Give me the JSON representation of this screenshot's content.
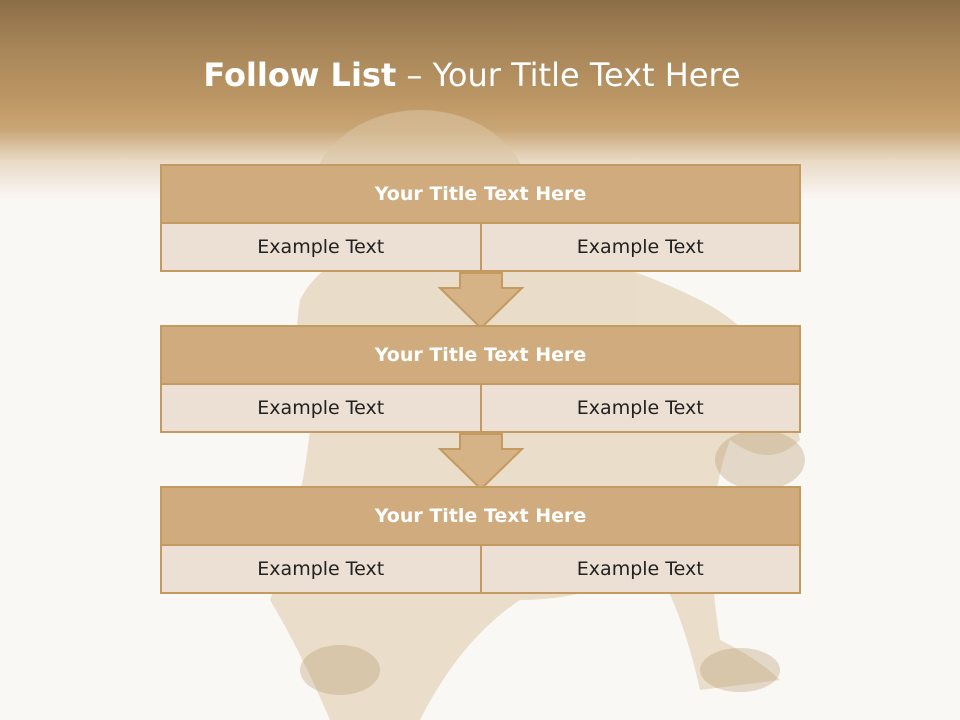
{
  "slide": {
    "title_bold": "Follow List",
    "title_rest": " – Your Title Text Here"
  },
  "blocks": [
    {
      "title": "Your Title Text Here",
      "left": "Example Text",
      "right": "Example Text"
    },
    {
      "title": "Your Title Text Here",
      "left": "Example Text",
      "right": "Example Text"
    },
    {
      "title": "Your Title Text Here",
      "left": "Example Text",
      "right": "Example Text"
    }
  ],
  "colors": {
    "header_dark": "#8b6d47",
    "header_mid": "#c19b68",
    "box_border": "#c39a5f",
    "box_header_fill": "#cfab7d",
    "box_cell_fill": "#ecdfd3",
    "arrow_fill": "#d6b386"
  }
}
